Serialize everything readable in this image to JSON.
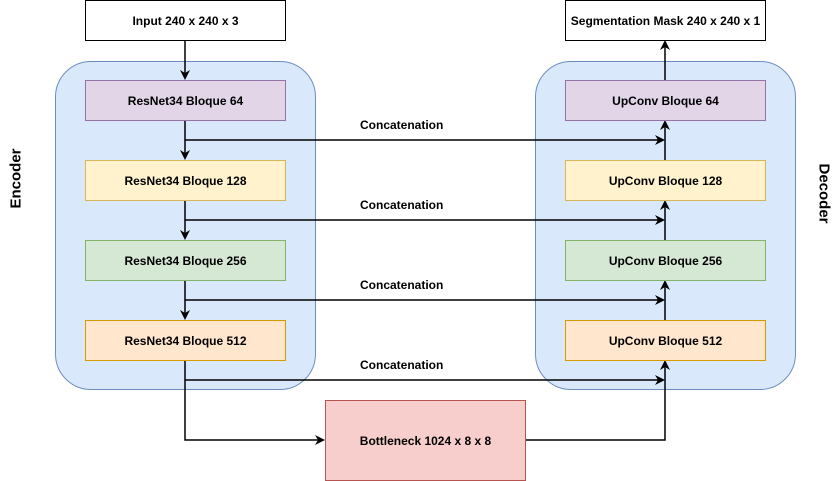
{
  "encoder": {
    "label": "Encoder",
    "blocks": [
      {
        "label": "ResNet34 Bloque 64"
      },
      {
        "label": "ResNet34 Bloque 128"
      },
      {
        "label": "ResNet34 Bloque 256"
      },
      {
        "label": "ResNet34 Bloque 512"
      }
    ]
  },
  "decoder": {
    "label": "Decoder",
    "blocks": [
      {
        "label": "UpConv Bloque 64"
      },
      {
        "label": "UpConv Bloque 128"
      },
      {
        "label": "UpConv Bloque 256"
      },
      {
        "label": "UpConv Bloque 512"
      }
    ]
  },
  "input": {
    "label": "Input 240 x 240 x 3"
  },
  "output": {
    "label": "Segmentation Mask 240 x 240 x 1"
  },
  "bottleneck": {
    "label": "Bottleneck 1024 x 8 x 8"
  },
  "connections": [
    {
      "label": "Concatenation"
    },
    {
      "label": "Concatenation"
    },
    {
      "label": "Concatenation"
    },
    {
      "label": "Concatenation"
    }
  ],
  "colors": {
    "group_fill": "#dae8fc",
    "group_border": "#6c8ebf",
    "block_64": "#e1d5e7",
    "block_128": "#fff2cc",
    "block_256": "#d5e8d4",
    "block_512": "#ffe6cc",
    "bottleneck": "#f8cecc"
  }
}
